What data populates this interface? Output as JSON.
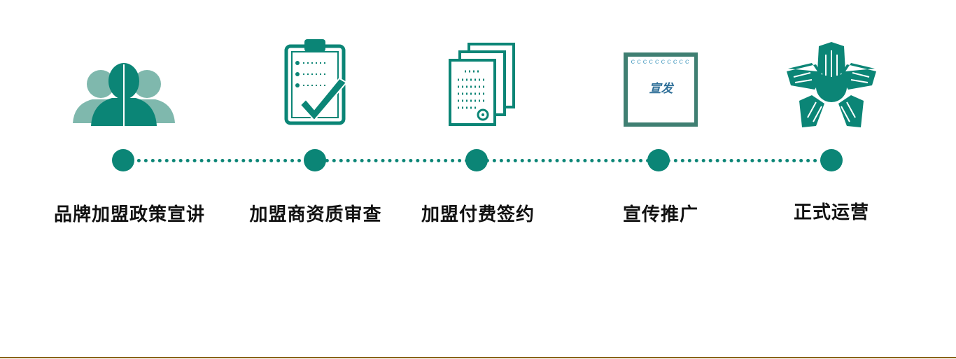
{
  "colors": {
    "accent": "#0b8576",
    "bottom_rule": "#8a6410"
  },
  "steps": [
    {
      "label": "品牌加盟政策宣讲",
      "icon": "people-icon"
    },
    {
      "label": "加盟商资质审查",
      "icon": "clipboard-check-icon"
    },
    {
      "label": "加盟付费签约",
      "icon": "documents-icon"
    },
    {
      "label": "宣传推广",
      "icon": "notepad-icon",
      "icon_text": "宣发"
    },
    {
      "label": "正式运营",
      "icon": "hands-star-icon"
    }
  ]
}
